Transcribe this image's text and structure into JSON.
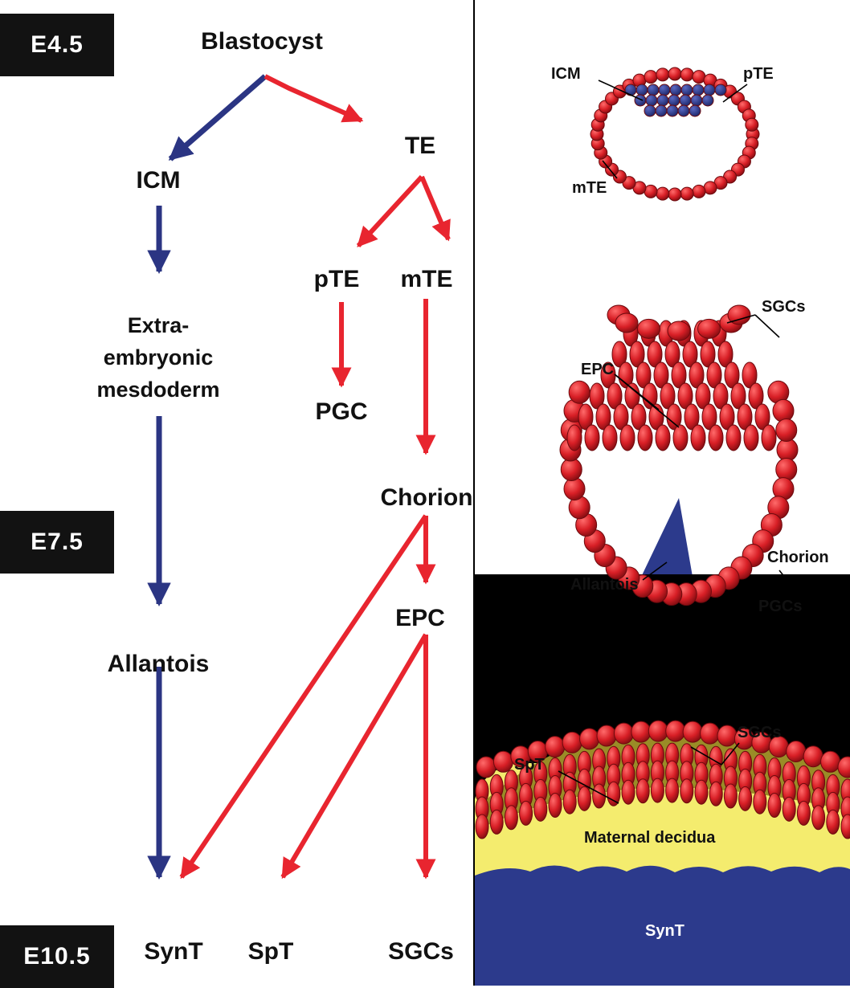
{
  "stages": {
    "e45": "E4.5",
    "e75": "E7.5",
    "e105": "E10.5"
  },
  "lineage": {
    "blastocyst": "Blastocyst",
    "te": "TE",
    "icm": "ICM",
    "pte": "pTE",
    "mte": "mTE",
    "extraembryonic_1": "Extra-",
    "extraembryonic_2": "embryonic",
    "extraembryonic_3": "mesdoderm",
    "pgc": "PGC",
    "chorion": "Chorion",
    "epc": "EPC",
    "allantois": "Allantois",
    "synt": "SynT",
    "spt": "SpT",
    "sgcs": "SGCs"
  },
  "panel_blastocyst": {
    "icm": "ICM",
    "pte": "pTE",
    "mte": "mTE"
  },
  "panel_conceptus": {
    "sgcs": "SGCs",
    "epc": "EPC",
    "chorion": "Chorion",
    "allantois": "Allantois",
    "pgcs": "PGCs"
  },
  "panel_placenta": {
    "sgcs": "SGCs",
    "spt": "SpT",
    "maternal_decidua": "Maternal decidua",
    "synt": "SynT"
  },
  "colors": {
    "red_arrow": "#e8252f",
    "blue_arrow": "#2b3583",
    "cell_red": "#d81f26",
    "blue_tissue": "#2c3a8c",
    "decidua_yellow": "#f4ec6e",
    "spongio_olive": "#9a8c27",
    "stage_box": "#121212"
  }
}
